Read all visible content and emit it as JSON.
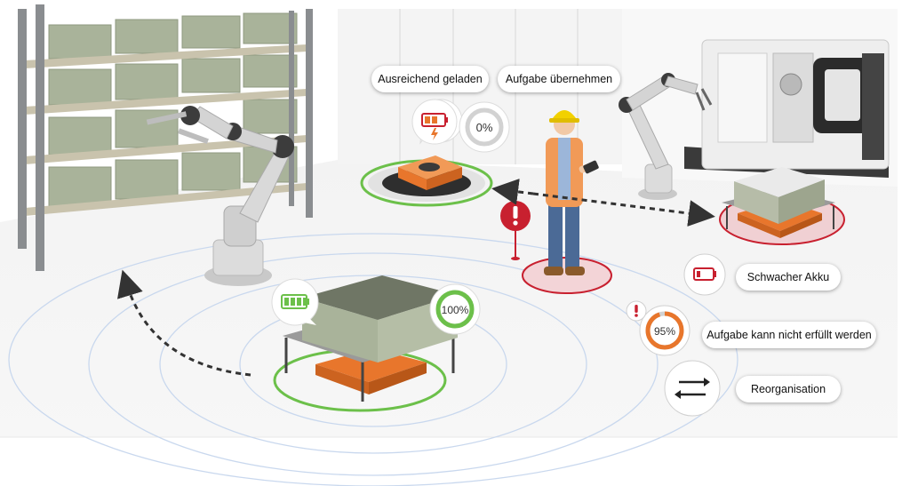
{
  "labels": {
    "sufficiently_charged": "Ausreichend geladen",
    "take_over_task": "Aufgabe übernehmen",
    "weak_battery": "Schwacher Akku",
    "task_cannot_be_fulfilled": "Aufgabe kann nicht erfüllt werden",
    "reorganisation": "Reorganisation"
  },
  "progress": {
    "agv_center": {
      "text": "0%",
      "value": 0
    },
    "agv_front": {
      "text": "100%",
      "value": 100
    },
    "agv_right": {
      "text": "95%",
      "value": 95
    }
  },
  "colors": {
    "agv_orange": "#e8762c",
    "ok_green": "#6cc04a",
    "alert_red": "#c8202f",
    "shelf_grey": "#8a8d90",
    "box_green": "#a9b39a",
    "signal_blue": "#c9d8ee",
    "floor": "#f2f2f2"
  },
  "icons": {
    "battery_low": "battery-low-icon",
    "battery_charging": "battery-charging-icon",
    "battery_full": "battery-full-icon",
    "alert": "alert-icon",
    "swap_arrows": "swap-arrows-icon"
  }
}
